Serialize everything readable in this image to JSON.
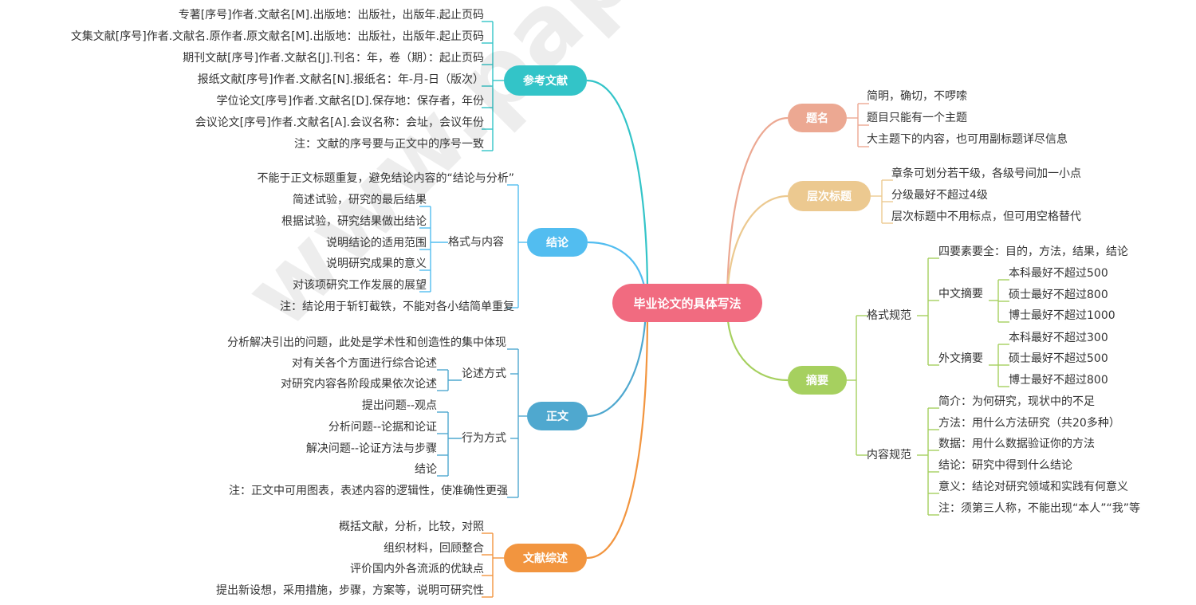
{
  "watermark": "www.paperwriter.cn",
  "root": "毕业论文的具体写法",
  "colors": {
    "root": "#f16b80",
    "references": "#33c4c8",
    "conclusion": "#52bdf0",
    "body": "#4fa8cf",
    "review": "#f2953f",
    "title": "#eca892",
    "headings": "#ecc990",
    "abstract": "#a6d05f"
  },
  "left": {
    "references": {
      "label": "参考文献",
      "items": [
        "专著[序号]作者.文献名[M].出版地：出版社，出版年.起止页码",
        "文集文献[序号]作者.文献名.原作者.原文献名[M].出版地：出版社，出版年.起止页码",
        "期刊文献[序号]作者.文献名[J].刊名：年，卷（期）：起止页码",
        "报纸文献[序号]作者.文献名[N].报纸名：年-月-日（版次）",
        "学位论文[序号]作者.文献名[D].保存地：保存者，年份",
        "会议论文[序号]作者.文献名[A].会议名称：会址，会议年份",
        "注：文献的序号要与正文中的序号一致"
      ]
    },
    "conclusion": {
      "label": "结论",
      "item_top": "不能于正文标题重复，避免结论内容的“结论与分析”",
      "sub": {
        "label": "格式与内容",
        "items": [
          "简述试验，研究的最后结果",
          "根据试验，研究结果做出结论",
          "说明结论的适用范围",
          "说明研究成果的意义",
          "对该项研究工作发展的展望"
        ]
      },
      "item_bottom": "注：结论用于斩钉截铁，不能对各小结简单重复"
    },
    "body": {
      "label": "正文",
      "item_top": "分析解决引出的问题，此处是学术性和创造性的集中体现",
      "sub1": {
        "label": "论述方式",
        "items": [
          "对有关各个方面进行综合论述",
          "对研究内容各阶段成果依次论述"
        ]
      },
      "sub2": {
        "label": "行为方式",
        "items": [
          "提出问题--观点",
          "分析问题--论据和论证",
          "解决问题--论证方法与步骤",
          "结论"
        ]
      },
      "item_bottom": "注：正文中可用图表，表述内容的逻辑性，使准确性更强"
    },
    "review": {
      "label": "文献综述",
      "items": [
        "概括文献，分析，比较，对照",
        "组织材料，回顾整合",
        "评价国内外各流派的优缺点",
        "提出新设想，采用措施，步骤，方案等，说明可研究性"
      ]
    }
  },
  "right": {
    "title": {
      "label": "题名",
      "items": [
        "简明，确切，不啰嗦",
        "题目只能有一个主题",
        "大主题下的内容，也可用副标题详尽信息"
      ]
    },
    "headings": {
      "label": "层次标题",
      "items": [
        "章条可划分若干级，各级号间加一小点",
        "分级最好不超过4级",
        "层次标题中不用标点，但可用空格替代"
      ]
    },
    "abstract": {
      "label": "摘要",
      "format": {
        "label": "格式规范",
        "item_top": "四要素要全：目的，方法，结果，结论",
        "cn": {
          "label": "中文摘要",
          "items": [
            "本科最好不超过500",
            "硕士最好不超过800",
            "博士最好不超过1000"
          ]
        },
        "en": {
          "label": "外文摘要",
          "items": [
            "本科最好不超过300",
            "硕士最好不超过500",
            "博士最好不超过800"
          ]
        }
      },
      "content": {
        "label": "内容规范",
        "items": [
          "简介：为何研究，现状中的不足",
          "方法：用什么方法研究（共20多种）",
          "数据：用什么数据验证你的方法",
          "结论：研究中得到什么结论",
          "意义：结论对研究领域和实践有何意义",
          "注：须第三人称，不能出现“本人”“我”等"
        ]
      }
    }
  }
}
